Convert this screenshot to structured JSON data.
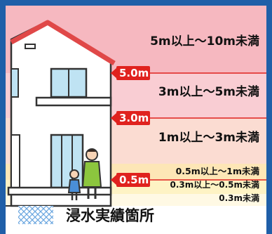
{
  "depth_bands": [
    {
      "label": "5m以上〜10m未満",
      "color": "#f6b8c0"
    },
    {
      "label": "3m以上〜5m未満",
      "color": "#f9cdd3"
    },
    {
      "label": "1m以上〜3m未満",
      "color": "#fbdcd2"
    },
    {
      "label": "0.5m以上〜1m未満",
      "color": "#fde6b6"
    },
    {
      "label": "0.3m以上〜0.5m未満",
      "color": "#fef3c4"
    },
    {
      "label": "0.3m未満",
      "color": "#fff9e4"
    }
  ],
  "markers": [
    {
      "label": "5.0m"
    },
    {
      "label": "3.0m"
    },
    {
      "label": "0.5m"
    }
  ],
  "marker_color": "#e0221e",
  "legend": {
    "label": "浸水実績箇所",
    "swatch_color": "#7fb2e6"
  }
}
